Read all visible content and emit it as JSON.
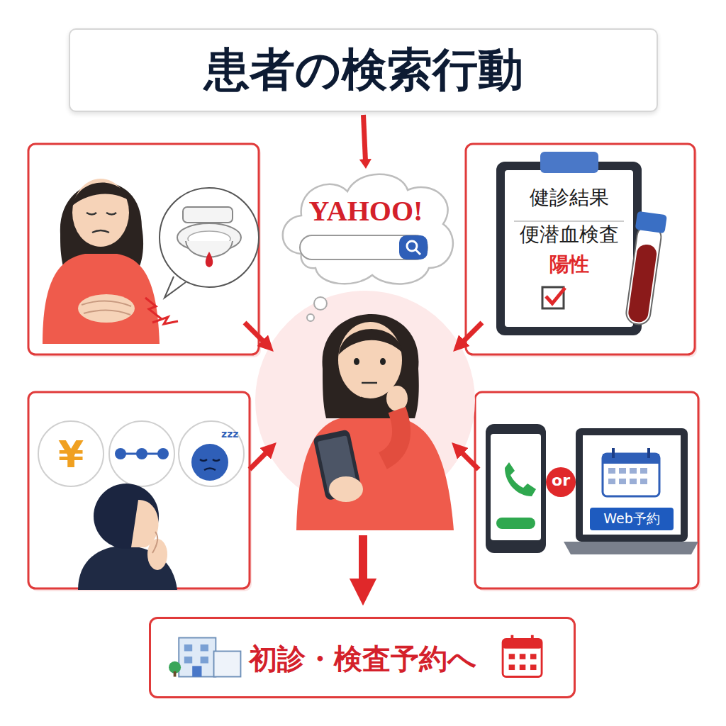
{
  "diagram": {
    "title": "患者の検索行動",
    "nodes": [
      {
        "text": [
          "患者の検索行動"
        ]
      },
      {
        "text": [
          "YAHOO!"
        ]
      },
      {
        "text": [
          "健診結果",
          "便潜血検査",
          "陽性"
        ]
      },
      {
        "text": [
          "¥"
        ]
      },
      {
        "text": [
          "or"
        ]
      },
      {
        "text": [
          "Web予約"
        ]
      },
      {
        "text": [
          "初診・検査予約へ"
        ]
      }
    ],
    "edges": [
      {
        "from": 0,
        "to": 1,
        "arrow": "to"
      }
    ],
    "labels": [
      "zzz"
    ]
  }
}
